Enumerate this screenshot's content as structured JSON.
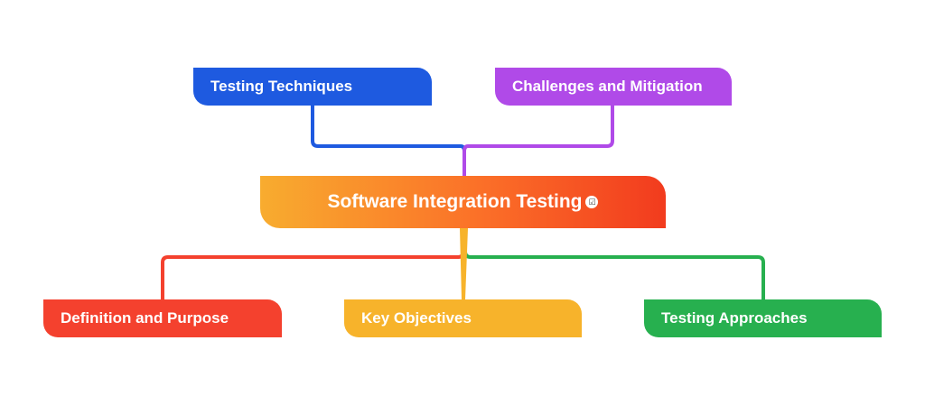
{
  "diagram": {
    "central_topic": {
      "label": "Software Integration Testing",
      "icon": "note-icon"
    },
    "branches": [
      {
        "id": "testing-techniques",
        "label": "Testing Techniques",
        "color": "#1e5ae0"
      },
      {
        "id": "challenges-and-mitigation",
        "label": "Challenges and Mitigation",
        "color": "#b04ae8"
      },
      {
        "id": "definition-and-purpose",
        "label": "Definition and Purpose",
        "color": "#f4412e"
      },
      {
        "id": "key-objectives",
        "label": "Key Objectives",
        "color": "#f7b32b"
      },
      {
        "id": "testing-approaches",
        "label": "Testing Approaches",
        "color": "#27b04f"
      }
    ]
  }
}
